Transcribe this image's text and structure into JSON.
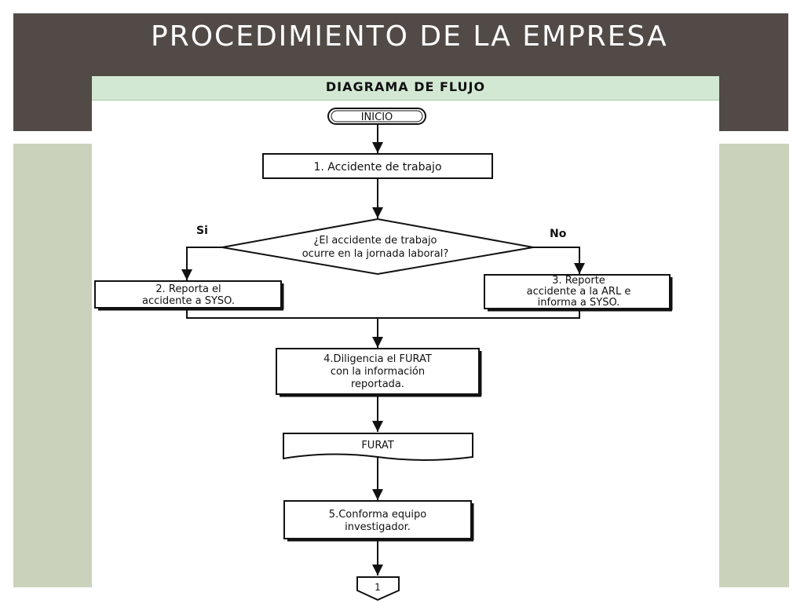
{
  "slide": {
    "title": "PROCEDIMIENTO DE LA EMPRESA",
    "colors": {
      "header": "#524a46",
      "side_panels": "#cbd2bb",
      "figure_strip": "#d3e8d3"
    }
  },
  "diagram": {
    "title": "DIAGRAMA DE FLUJO",
    "start": "INICIO",
    "step1": "1. Accidente de trabajo",
    "decision": {
      "line1": "¿El accidente de trabajo",
      "line2": "ocurre en la jornada laboral?",
      "yes_label": "Si",
      "no_label": "No"
    },
    "step2": {
      "line1": "2. Reporta el",
      "line2": "accidente a SYSO."
    },
    "step3": {
      "line1": "3. Reporte",
      "line2": "accidente a la ARL e",
      "line3": "informa a SYSO."
    },
    "step4": {
      "line1": "4.Diligencia el FURAT",
      "line2": "con la información",
      "line3": "reportada."
    },
    "document": "FURAT",
    "step5": {
      "line1": "5.Conforma equipo",
      "line2": "investigador."
    },
    "connector": "1"
  }
}
